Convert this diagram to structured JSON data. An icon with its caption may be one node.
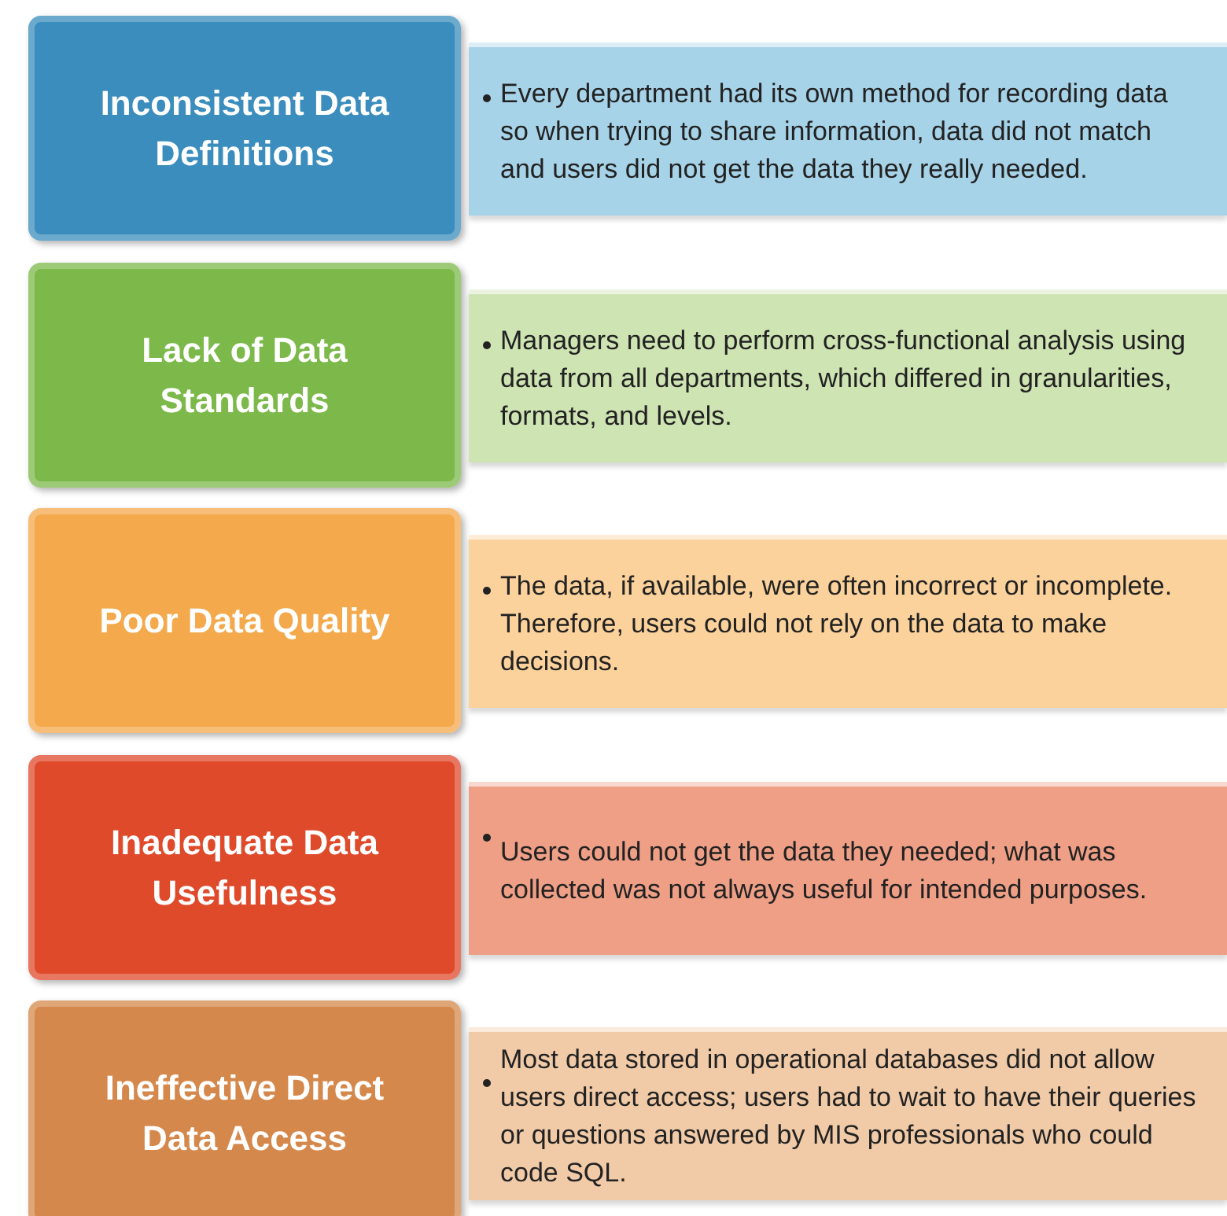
{
  "diagram": {
    "nodes": [
      {
        "text": [
          "Inconsistent Data Definitions"
        ]
      },
      {
        "text": [
          "Every department had its own method for recording data so when trying to share information, data did not match and users did not get the data they really needed."
        ]
      },
      {
        "text": [
          "Lack of Data Standards"
        ]
      },
      {
        "text": [
          "Managers need to perform cross-functional analysis using data from all departments, which differed in granularities, formats, and levels."
        ]
      },
      {
        "text": [
          "Poor Data Quality"
        ]
      },
      {
        "text": [
          "The data, if available, were often incorrect or incomplete. Therefore, users could not rely on the data to make decisions."
        ]
      },
      {
        "text": [
          "Inadequate Data Usefulness"
        ]
      },
      {
        "text": [
          "Users could not get the data they needed; what was collected was not always useful for intended purposes."
        ]
      },
      {
        "text": [
          "Ineffective Direct Data Access"
        ]
      },
      {
        "text": [
          "Most data stored in operational databases did not allow users direct access; users had to wait to have their queries or questions answered by MIS professionals who could code SQL."
        ]
      }
    ]
  }
}
